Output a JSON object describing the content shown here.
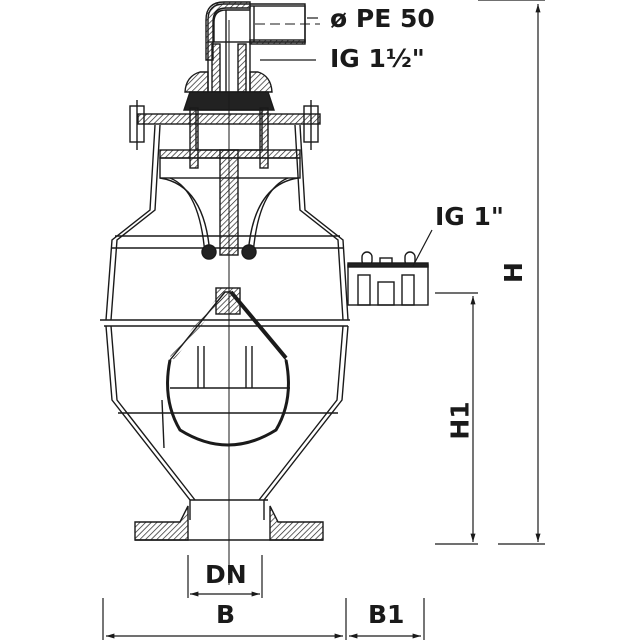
{
  "drawing": {
    "subject": "air valve cross-section",
    "colors": {
      "line": "#1a1a1a",
      "background": "#ffffff",
      "hatch": "#333333"
    }
  },
  "labels": {
    "outlet_pipe": "ø PE 50",
    "outlet_thread": "IG 1½\"",
    "side_port_thread": "IG 1\"",
    "height_total": "H",
    "height_port": "H1",
    "nominal_diameter": "DN",
    "width": "B",
    "width_side": "B1"
  }
}
